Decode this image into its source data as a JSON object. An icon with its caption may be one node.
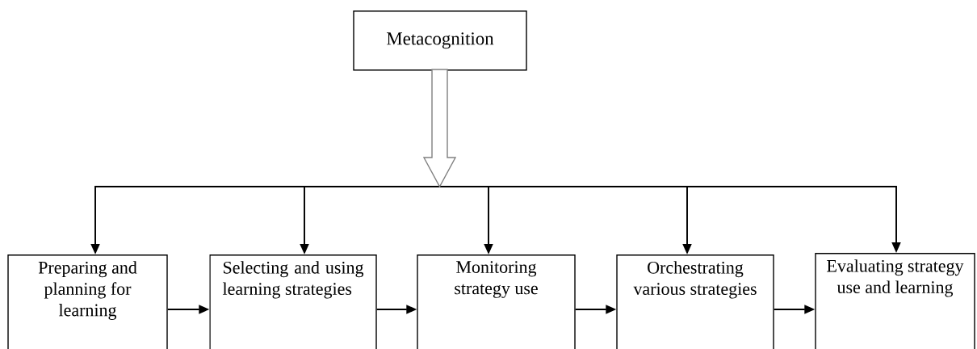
{
  "diagram": {
    "nodes": [
      {
        "text": [
          "Metacognition"
        ]
      },
      {
        "text": [
          "Preparing and planning for learning"
        ]
      },
      {
        "text": [
          "Selecting and using learning strategies"
        ]
      },
      {
        "text": [
          "Monitoring strategy use"
        ]
      },
      {
        "text": [
          "Orchestrating various strategies"
        ]
      },
      {
        "text": [
          "Evaluating strategy use and learning"
        ]
      }
    ],
    "edges": [
      {
        "from": 0,
        "to": 1,
        "arrow": "to"
      },
      {
        "from": 0,
        "to": 2,
        "arrow": "to"
      },
      {
        "from": 0,
        "to": 3,
        "arrow": "to"
      },
      {
        "from": 0,
        "to": 4,
        "arrow": "to"
      },
      {
        "from": 0,
        "to": 5,
        "arrow": "to"
      },
      {
        "from": 1,
        "to": 2,
        "arrow": "to"
      },
      {
        "from": 2,
        "to": 3,
        "arrow": "to"
      },
      {
        "from": 3,
        "to": 4,
        "arrow": "to"
      },
      {
        "from": 4,
        "to": 5,
        "arrow": "to"
      }
    ]
  }
}
